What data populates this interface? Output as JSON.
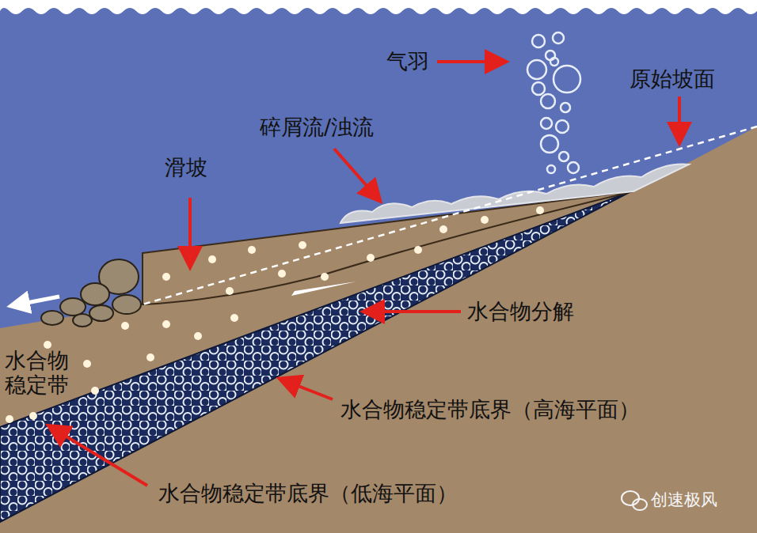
{
  "diagram": {
    "labels": [
      "气羽",
      "原始坡面",
      "碎屑流/浊流",
      "滑坡",
      "水合物分解",
      "水合物 稳定带",
      "水合物稳定带底界（高海平面）",
      "水合物稳定带底界（低海平面）",
      "创速极风"
    ]
  }
}
